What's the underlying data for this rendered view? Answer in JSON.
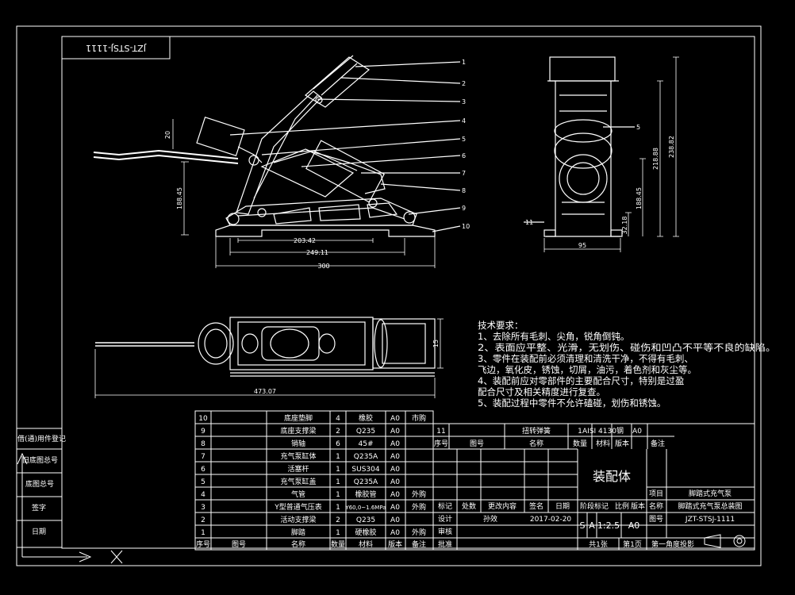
{
  "drawing": {
    "top_code": "JZT-STSJ-1111",
    "dims_side": [
      "203.42",
      "249.11",
      "300",
      "188.45",
      "20"
    ],
    "dims_front": [
      "95",
      "218.88",
      "238.82",
      "188.45",
      "32.18"
    ],
    "dims_top": [
      "473.07",
      "15"
    ],
    "balloons": [
      "1",
      "2",
      "3",
      "4",
      "5",
      "6",
      "7",
      "8",
      "9",
      "10"
    ],
    "balloon_front": "5",
    "balloon_front_11": "11"
  },
  "tech_requirements": {
    "title": "技术要求：",
    "lines": [
      "1、去除所有毛刺、尖角，锐角倒钝。",
      "2、表面应平整、光滑，无划伤、碰伤和凹凸不平等不良的缺陷。",
      "3、零件在装配前必须清理和清洗干净，不得有毛刺、",
      "飞边，氧化皮，锈蚀，切屑，油污，着色剂和灰尘等。",
      "4、装配前应对零部件的主要配合尺寸，特别是过盈",
      "配合尺寸及相关精度进行复查。",
      "5、装配过程中零件不允许磕碰，划伤和锈蚀。"
    ]
  },
  "bom": {
    "rows": [
      {
        "no": "10",
        "name": "底座垫脚",
        "qty": "4",
        "mat": "橡胶",
        "ver": "A0",
        "note": "市购"
      },
      {
        "no": "9",
        "name": "底座支撑梁",
        "qty": "2",
        "mat": "Q235",
        "ver": "A0",
        "note": ""
      },
      {
        "no": "8",
        "name": "销轴",
        "qty": "6",
        "mat": "45#",
        "ver": "A0",
        "note": ""
      },
      {
        "no": "7",
        "name": "充气泵缸体",
        "qty": "1",
        "mat": "Q235A",
        "ver": "A0",
        "note": ""
      },
      {
        "no": "6",
        "name": "活塞杆",
        "qty": "1",
        "mat": "SUS304",
        "ver": "A0",
        "note": ""
      },
      {
        "no": "5",
        "name": "充气泵缸盖",
        "qty": "1",
        "mat": "Q235A",
        "ver": "A0",
        "note": ""
      },
      {
        "no": "4",
        "name": "气管",
        "qty": "1",
        "mat": "橡胶管",
        "ver": "A0",
        "note": "外购"
      },
      {
        "no": "3",
        "name": "Y型普通气压表",
        "qty": "1",
        "mat": "Y60,0~1.6MPa",
        "ver": "A0",
        "note": "外购"
      },
      {
        "no": "2",
        "name": "活动支撑梁",
        "qty": "2",
        "mat": "Q235",
        "ver": "A0",
        "note": ""
      },
      {
        "no": "1",
        "name": "脚踏",
        "qty": "1",
        "mat": "硬橡胶",
        "ver": "A0",
        "note": "外购"
      }
    ],
    "header": {
      "no": "序号",
      "code": "图号",
      "name": "名称",
      "qty": "数量",
      "mat": "材料",
      "ver": "版本",
      "note": "备注"
    },
    "r11": {
      "no": "11",
      "name": "扭转弹簧",
      "qty": "1",
      "mat": "AISI 4130钢",
      "ver": "A0"
    }
  },
  "title_block": {
    "hdr": {
      "no": "序号",
      "code": "图号",
      "name": "名称",
      "qty": "数量",
      "mat": "材料",
      "ver": "版本",
      "note": "备注"
    },
    "assembly": "装配体",
    "mark": "标记",
    "count": "处数",
    "change": "更改内容",
    "sign": "签名",
    "date": "日期",
    "design": "设计",
    "designer": "孙效",
    "design_date": "2017-02-20",
    "check": "审核",
    "approve": "批准",
    "stage": "阶段标记",
    "scale_label": "比例",
    "ver_label": "版本",
    "stage_val": "S",
    "ver_val": "A",
    "scale_val": "1:2.5",
    "ver_ab": "A0",
    "total": "共1张",
    "page": "第1页",
    "projection": "第一角度投影",
    "project_label": "项目",
    "project_val": "脚踏式充气泵",
    "name_label": "名称",
    "name_val": "脚踏式充气泵总装图",
    "code_label": "图号",
    "code_val": "JZT-STSJ-1111"
  },
  "left_strip": [
    "借(通)用件登记",
    "旧底图总号",
    "底图总号",
    "签字",
    "日期"
  ]
}
